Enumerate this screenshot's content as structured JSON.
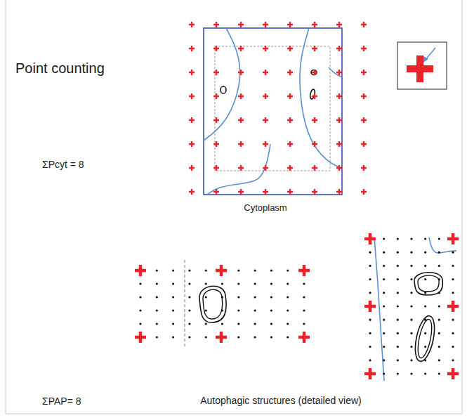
{
  "diagram": {
    "title": "Point counting",
    "labels": [
      "ΣPcyt = 8",
      "Cytoplasm",
      "ΣPAP= 8",
      "Autophagic structures (detailed view)"
    ]
  }
}
